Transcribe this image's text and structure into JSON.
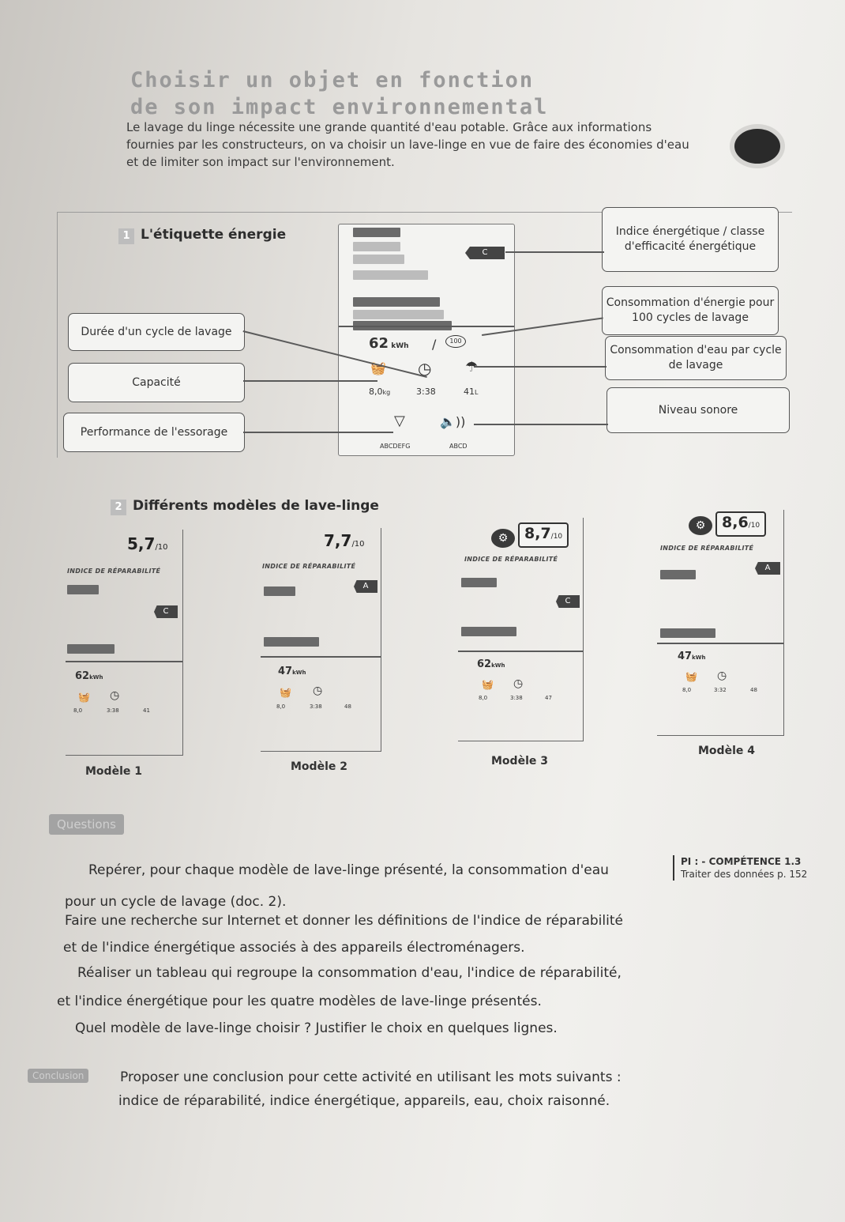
{
  "header": {
    "title_line1": "Choisir un objet en fonction",
    "title_line2": "de son impact environnemental",
    "intro": "Le lavage du linge nécessite une grande quantité d'eau potable. Grâce aux informations fournies par les constructeurs, on va choisir un lave-linge en vue de faire des économies d'eau et de limiter son impact sur l'environnement."
  },
  "doc1": {
    "number": "1",
    "title": "L'étiquette énergie",
    "callouts": {
      "indice": "Indice énergétique / classe d'efficacité énergétique",
      "consommation_energie": "Consommation d'énergie pour 100 cycles de lavage",
      "consommation_eau": "Consommation d'eau par cycle de lavage",
      "niveau_sonore": "Niveau sonore",
      "duree": "Durée d'un cycle de lavage",
      "capacite": "Capacité",
      "essorage": "Performance de l'essorage"
    },
    "label": {
      "class_letter": "C",
      "energy": "62",
      "energy_unit": "kWh",
      "cycles": "100",
      "capacity": "8,0",
      "capacity_unit": "kg",
      "duration": "3:38",
      "water": "41",
      "water_unit": "L",
      "spin_scale": "ABCDEFG",
      "noise_scale": "ABCD"
    }
  },
  "doc2": {
    "number": "2",
    "title": "Différents modèles de lave-linge",
    "index_label": "INDICE DE RÉPARABILITÉ",
    "models": [
      {
        "name": "Modèle 1",
        "score": "5,7",
        "den": "/10",
        "class": "C",
        "energy": "62",
        "unit": "kWh",
        "capacity": "8,0",
        "duration": "3:38",
        "water": "41"
      },
      {
        "name": "Modèle 2",
        "score": "7,7",
        "den": "/10",
        "class": "A",
        "energy": "47",
        "unit": "kWh",
        "capacity": "8,0",
        "duration": "3:38",
        "water": "48"
      },
      {
        "name": "Modèle 3",
        "score": "8,7",
        "den": "/10",
        "class": "C",
        "energy": "62",
        "unit": "kWh",
        "capacity": "8,0",
        "duration": "3:38",
        "water": "47"
      },
      {
        "name": "Modèle 4",
        "score": "8,6",
        "den": "/10",
        "class": "A",
        "energy": "47",
        "unit": "kWh",
        "capacity": "8,0",
        "duration": "3:32",
        "water": "48"
      }
    ]
  },
  "questions": {
    "tag": "Questions",
    "pi_line1": "PI : - COMPÉTENCE 1.3",
    "pi_line2": "Traiter des données p. 152",
    "q1_line1": "Repérer, pour chaque modèle de lave-linge présenté, la consommation d'eau",
    "q1_line2": "pour un cycle de lavage (doc. 2).",
    "q2_line1": "Faire une recherche sur Internet et donner les définitions de l'indice de réparabilité",
    "q2_line2": "et de l'indice énergétique associés à des appareils électroménagers.",
    "q3_line1": "Réaliser un tableau qui regroupe la consommation d'eau, l'indice de réparabilité,",
    "q3_line2": "et l'indice énergétique pour les quatre modèles de lave-linge présentés.",
    "q4": "Quel modèle de lave-linge choisir ? Justifier le choix en quelques lignes.",
    "conclusion_tag": "Conclusion",
    "q5_line1": "Proposer une conclusion pour cette activité en utilisant les mots suivants :",
    "q5_line2": "indice de réparabilité, indice énergétique, appareils, eau, choix raisonné."
  }
}
